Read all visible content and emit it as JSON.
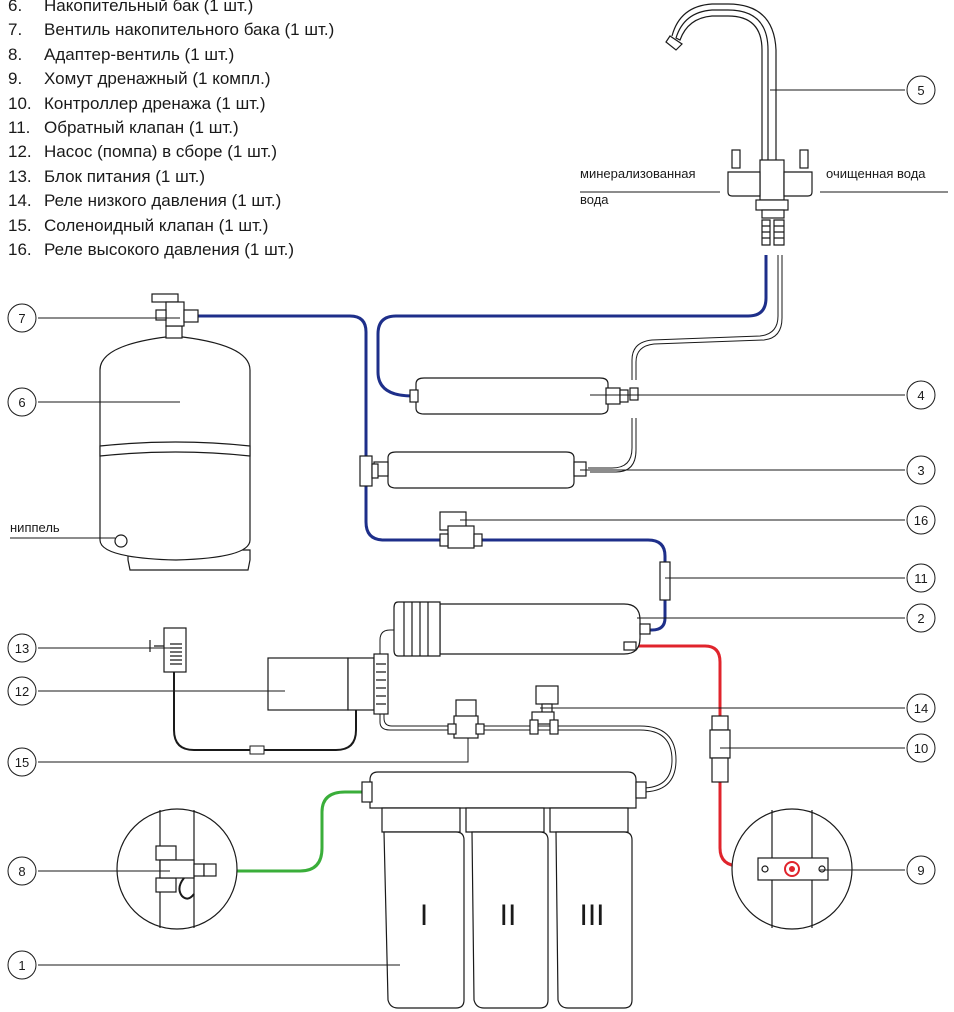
{
  "legend": [
    {
      "num": "6.",
      "text": "Накопительный бак (1 шт.)"
    },
    {
      "num": "7.",
      "text": "Вентиль накопительного бака (1 шт.)"
    },
    {
      "num": "8.",
      "text": "Адаптер-вентиль (1 шт.)"
    },
    {
      "num": "9.",
      "text": "Хомут дренажный (1 компл.)"
    },
    {
      "num": "10.",
      "text": "Контроллер дренажа (1 шт.)"
    },
    {
      "num": "11.",
      "text": "Обратный клапан (1 шт.)"
    },
    {
      "num": "12.",
      "text": "Насос (помпа) в сборе (1 шт.)"
    },
    {
      "num": "13.",
      "text": "Блок питания (1 шт.)"
    },
    {
      "num": "14.",
      "text": "Реле низкого давления (1 шт.)"
    },
    {
      "num": "15.",
      "text": "Соленоидный клапан (1 шт.)"
    },
    {
      "num": "16.",
      "text": "Реле высокого давления (1 шт.)"
    }
  ],
  "labels": {
    "mineral_line1": "минерализованная",
    "mineral_line2": "вода",
    "purified": "очищенная вода",
    "nipple": "ниппель"
  },
  "callouts": {
    "c1": "1",
    "c2": "2",
    "c3": "3",
    "c4": "4",
    "c5": "5",
    "c6": "6",
    "c7": "7",
    "c8": "8",
    "c9": "9",
    "c10": "10",
    "c11": "11",
    "c12": "12",
    "c13": "13",
    "c14": "14",
    "c15": "15",
    "c16": "16"
  },
  "housings": {
    "h1": "I",
    "h2": "II",
    "h3": "III"
  },
  "colors": {
    "tube_blue": "#1e2f8a",
    "tube_red": "#e0242c",
    "tube_green": "#3aae3a",
    "line": "#1a1a1a",
    "fill_light": "#f4f4f4"
  }
}
